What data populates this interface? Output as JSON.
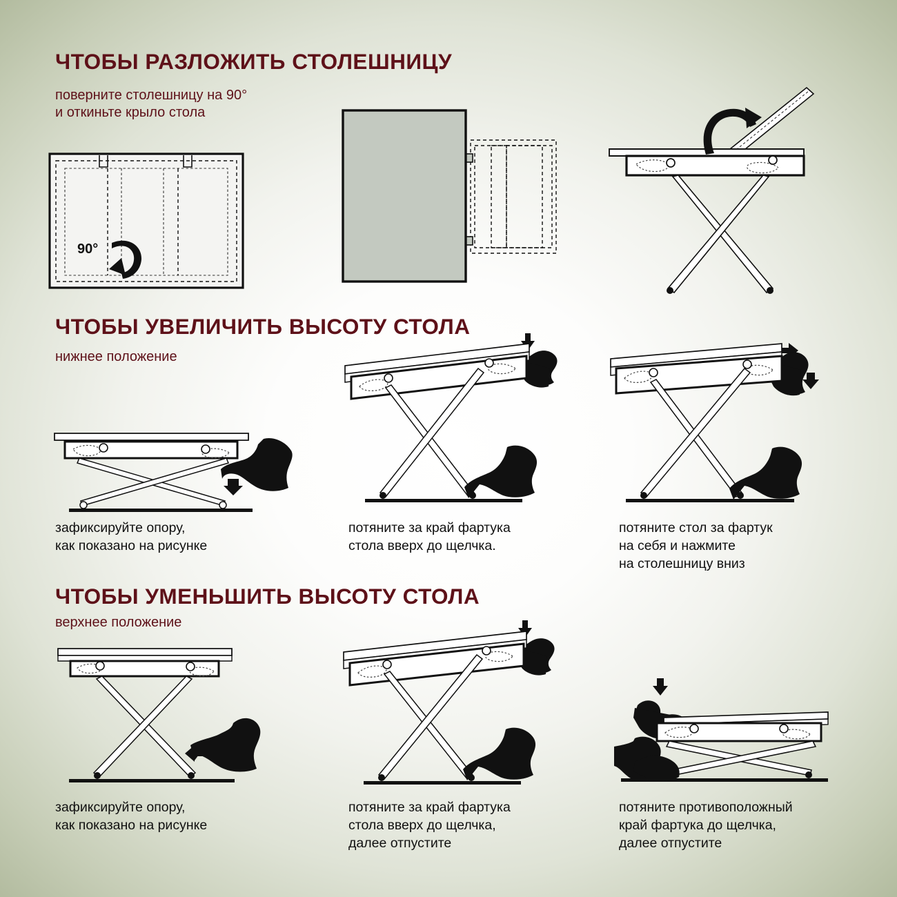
{
  "document": {
    "language": "ru",
    "background_edge_color": "#a9b394",
    "background_center_color": "#ffffff",
    "heading_color": "#5e1119",
    "caption_color": "#111111"
  },
  "sections": [
    {
      "id": "unfold-tabletop",
      "title": "ЧТОБЫ РАЗЛОЖИТЬ СТОЛЕШНИЦУ",
      "subtitle": "поверните столешницу на 90°\nи откиньте крыло стола",
      "figures": [
        {
          "id": "top-view-rotate",
          "type": "tabletop-top-view",
          "label": "90°",
          "icon": "rotate-arrow-ccw-icon"
        },
        {
          "id": "side-slide-panel",
          "type": "panel-with-ghost-outline",
          "icon": "hinge-tab-icon"
        },
        {
          "id": "table-wing-lift",
          "type": "table-side-view-wing-open",
          "icon": "rotate-arrow-cw-icon"
        }
      ]
    },
    {
      "id": "increase-height",
      "title": "ЧТОБЫ УВЕЛИЧИТЬ ВЫСОТУ СТОЛА",
      "subtitle": "нижнее положение",
      "figures": [
        {
          "id": "lock-support-low",
          "type": "table-low-boot-press",
          "caption": "зафиксируйте опору,\nкак показано на рисунке",
          "icons": [
            "boot-icon",
            "arrow-down-icon"
          ]
        },
        {
          "id": "pull-apron-up",
          "type": "table-tilted-hand-pull-up",
          "caption": "потяните за край фартука\nстола вверх до щелчка.",
          "icons": [
            "hand-icon",
            "boot-icon",
            "arrow-up-icon"
          ]
        },
        {
          "id": "pull-toward-press-down",
          "type": "table-tilted-hand-pull-push",
          "caption": "потяните стол за фартук\nна себя и нажмите\nна столешницу вниз",
          "icons": [
            "hand-icon",
            "boot-icon",
            "arrow-right-icon",
            "arrow-down-icon"
          ]
        }
      ]
    },
    {
      "id": "decrease-height",
      "title": "ЧТОБЫ УМЕНЬШИТЬ ВЫСОТУ СТОЛА",
      "subtitle": "верхнее положение",
      "figures": [
        {
          "id": "lock-support-high",
          "type": "table-high-boot-press",
          "caption": "зафиксируйте опору,\nкак показано на рисунке",
          "icons": [
            "boot-icon",
            "arrow-left-icon"
          ]
        },
        {
          "id": "pull-apron-up-release",
          "type": "table-tilted-hand-pull-up",
          "caption": "потяните за край фартука\nстола вверх до щелчка,\nдалее отпустите",
          "icons": [
            "hand-icon",
            "boot-icon",
            "arrow-up-icon"
          ]
        },
        {
          "id": "pull-opposite-edge",
          "type": "table-mirrored-hand-pull-up",
          "caption": "потяните противоположный\nкрай фартука до щелчка,\nдалее отпустите",
          "icons": [
            "hand-icon",
            "boot-icon",
            "arrow-up-icon"
          ]
        }
      ]
    }
  ]
}
